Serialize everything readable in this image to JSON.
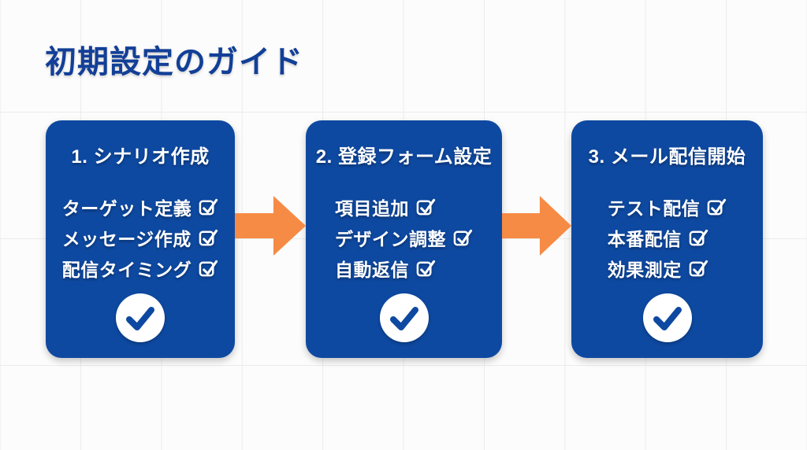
{
  "page": {
    "title": "初期設定のガイド"
  },
  "colors": {
    "page_background": "#fcfcfc",
    "grid_line": "#ececec",
    "title_text": "#123f97",
    "card_background": "#0e49a1",
    "card_text": "#ffffff",
    "arrow": "#f68b45",
    "check_circle_background": "#ffffff",
    "check_circle_mark": "#0e49a1"
  },
  "steps": [
    {
      "title": "1. シナリオ作成",
      "items": [
        "ターゲット定義",
        "メッセージ作成",
        "配信タイミング"
      ],
      "item_icon": "checkbox-checked-icon",
      "status_icon": "check-circle-icon"
    },
    {
      "title": "2. 登録フォーム設定",
      "items": [
        "項目追加",
        "デザイン調整",
        "自動返信"
      ],
      "item_icon": "checkbox-checked-icon",
      "status_icon": "check-circle-icon"
    },
    {
      "title": "3. メール配信開始",
      "items": [
        "テスト配信",
        "本番配信",
        "効果測定"
      ],
      "item_icon": "checkbox-checked-icon",
      "status_icon": "check-circle-icon"
    }
  ],
  "connectors": [
    {
      "icon": "arrow-right-icon"
    },
    {
      "icon": "arrow-right-icon"
    }
  ]
}
